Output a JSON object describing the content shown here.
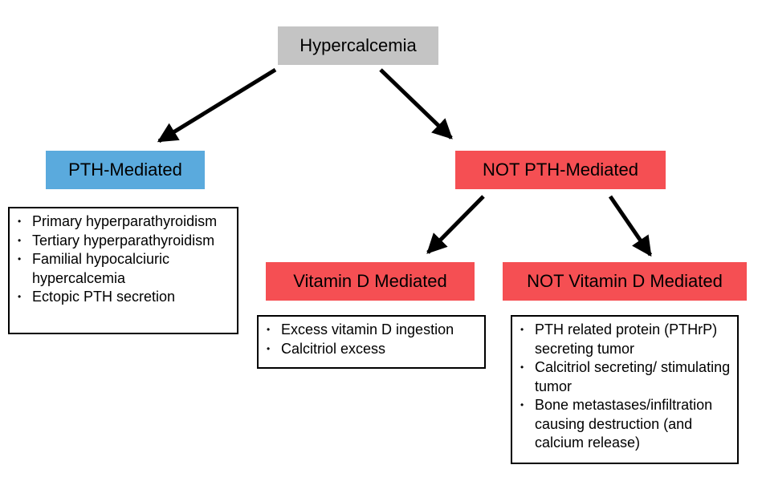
{
  "nodes": {
    "root": "Hypercalcemia",
    "pth": "PTH-Mediated",
    "not_pth": "NOT PTH-Mediated",
    "vitd": "Vitamin D Mediated",
    "not_vitd": "NOT Vitamin D Mediated"
  },
  "lists": {
    "pth": [
      "Primary hyperparathyroidism",
      "Tertiary hyperparathyroidism",
      "Familial hypocalciuric hypercalcemia",
      "Ectopic PTH secretion"
    ],
    "vitd": [
      "Excess vitamin D ingestion",
      "Calcitriol excess"
    ],
    "not_vitd": [
      "PTH related protein (PTHrP) secreting tumor",
      "Calcitriol secreting/ stimulating tumor",
      "Bone metastases/infiltration causing destruction (and calcium release)"
    ]
  },
  "colors": {
    "root_fill": "#c4c4c4",
    "pth_fill": "#5aaadd",
    "not_pth_fill": "#f54f53",
    "arrow": "#000000"
  }
}
